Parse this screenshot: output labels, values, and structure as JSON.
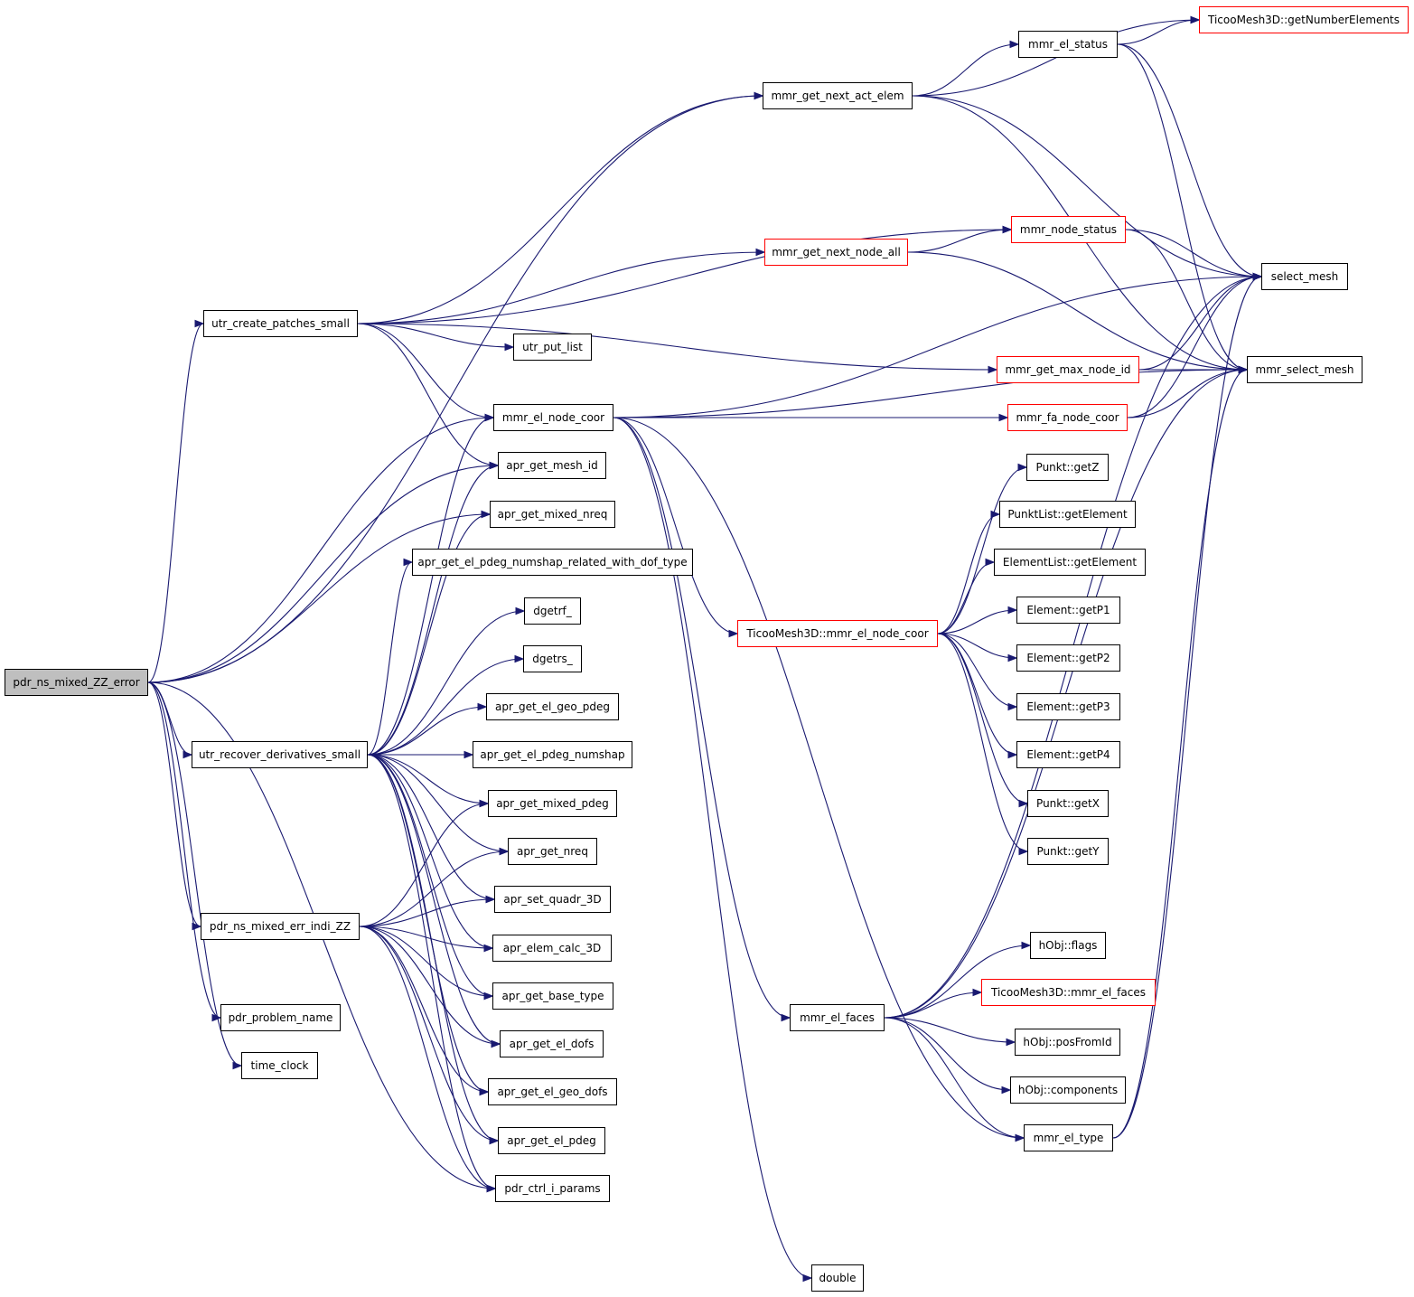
{
  "nodes": [
    {
      "id": "root",
      "label": "pdr_ns_mixed_ZZ_error",
      "kind": "root"
    },
    {
      "id": "patches",
      "label": "utr_create_patches_small",
      "kind": "normal"
    },
    {
      "id": "recover",
      "label": "utr_recover_derivatives_small",
      "kind": "normal"
    },
    {
      "id": "errindi",
      "label": "pdr_ns_mixed_err_indi_ZZ",
      "kind": "normal"
    },
    {
      "id": "probname",
      "label": "pdr_problem_name",
      "kind": "normal"
    },
    {
      "id": "timeclock",
      "label": "time_clock",
      "kind": "normal"
    },
    {
      "id": "nextact",
      "label": "mmr_get_next_act_elem",
      "kind": "normal"
    },
    {
      "id": "putlist",
      "label": "utr_put_list",
      "kind": "normal"
    },
    {
      "id": "elnode",
      "label": "mmr_el_node_coor",
      "kind": "normal"
    },
    {
      "id": "meshid",
      "label": "apr_get_mesh_id",
      "kind": "normal"
    },
    {
      "id": "mixednreq",
      "label": "apr_get_mixed_nreq",
      "kind": "normal"
    },
    {
      "id": "pdegnumshaprel",
      "label": "apr_get_el_pdeg_numshap_related_with_dof_type",
      "kind": "normal"
    },
    {
      "id": "dgetrf",
      "label": "dgetrf_",
      "kind": "normal"
    },
    {
      "id": "dgetrs",
      "label": "dgetrs_",
      "kind": "normal"
    },
    {
      "id": "geopdeg",
      "label": "apr_get_el_geo_pdeg",
      "kind": "normal"
    },
    {
      "id": "pdegnumshap",
      "label": "apr_get_el_pdeg_numshap",
      "kind": "normal"
    },
    {
      "id": "mixedpdeg",
      "label": "apr_get_mixed_pdeg",
      "kind": "normal"
    },
    {
      "id": "nreq",
      "label": "apr_get_nreq",
      "kind": "normal"
    },
    {
      "id": "quadr",
      "label": "apr_set_quadr_3D",
      "kind": "normal"
    },
    {
      "id": "elemcalc",
      "label": "apr_elem_calc_3D",
      "kind": "normal"
    },
    {
      "id": "basetype",
      "label": "apr_get_base_type",
      "kind": "normal"
    },
    {
      "id": "eldofs",
      "label": "apr_get_el_dofs",
      "kind": "normal"
    },
    {
      "id": "geodofs",
      "label": "apr_get_el_geo_dofs",
      "kind": "normal"
    },
    {
      "id": "elpdeg",
      "label": "apr_get_el_pdeg",
      "kind": "normal"
    },
    {
      "id": "ctrl",
      "label": "pdr_ctrl_i_params",
      "kind": "normal"
    },
    {
      "id": "elstatus",
      "label": "mmr_el_status",
      "kind": "normal"
    },
    {
      "id": "getnumel",
      "label": "TicooMesh3D::getNumberElements",
      "kind": "red"
    },
    {
      "id": "nodestatus",
      "label": "mmr_node_status",
      "kind": "red"
    },
    {
      "id": "nextnode",
      "label": "mmr_get_next_node_all",
      "kind": "red"
    },
    {
      "id": "selectmesh",
      "label": "select_mesh",
      "kind": "normal"
    },
    {
      "id": "maxnode",
      "label": "mmr_get_max_node_id",
      "kind": "red"
    },
    {
      "id": "mmrselect",
      "label": "mmr_select_mesh",
      "kind": "normal"
    },
    {
      "id": "fanode",
      "label": "mmr_fa_node_coor",
      "kind": "red"
    },
    {
      "id": "getZ",
      "label": "Punkt::getZ",
      "kind": "normal"
    },
    {
      "id": "plistget",
      "label": "PunktList::getElement",
      "kind": "normal"
    },
    {
      "id": "elistget",
      "label": "ElementList::getElement",
      "kind": "normal"
    },
    {
      "id": "ticoonode",
      "label": "TicooMesh3D::mmr_el_node_coor",
      "kind": "red"
    },
    {
      "id": "getP1",
      "label": "Element::getP1",
      "kind": "normal"
    },
    {
      "id": "getP2",
      "label": "Element::getP2",
      "kind": "normal"
    },
    {
      "id": "getP3",
      "label": "Element::getP3",
      "kind": "normal"
    },
    {
      "id": "getP4",
      "label": "Element::getP4",
      "kind": "normal"
    },
    {
      "id": "getX",
      "label": "Punkt::getX",
      "kind": "normal"
    },
    {
      "id": "getY",
      "label": "Punkt::getY",
      "kind": "normal"
    },
    {
      "id": "flags",
      "label": "hObj::flags",
      "kind": "normal"
    },
    {
      "id": "ticoofaces",
      "label": "TicooMesh3D::mmr_el_faces",
      "kind": "red"
    },
    {
      "id": "elfaces",
      "label": "mmr_el_faces",
      "kind": "normal"
    },
    {
      "id": "posfromid",
      "label": "hObj::posFromId",
      "kind": "normal"
    },
    {
      "id": "components",
      "label": "hObj::components",
      "kind": "normal"
    },
    {
      "id": "eltype",
      "label": "mmr_el_type",
      "kind": "normal"
    },
    {
      "id": "double",
      "label": "double",
      "kind": "normal"
    }
  ],
  "edges": [
    [
      "root",
      "patches"
    ],
    [
      "root",
      "recover"
    ],
    [
      "root",
      "errindi"
    ],
    [
      "root",
      "probname"
    ],
    [
      "root",
      "timeclock"
    ],
    [
      "root",
      "nextact"
    ],
    [
      "root",
      "elnode"
    ],
    [
      "root",
      "meshid"
    ],
    [
      "root",
      "mixednreq"
    ],
    [
      "root",
      "ctrl"
    ],
    [
      "patches",
      "nextact"
    ],
    [
      "patches",
      "putlist"
    ],
    [
      "patches",
      "elnode"
    ],
    [
      "patches",
      "meshid"
    ],
    [
      "patches",
      "nodestatus"
    ],
    [
      "patches",
      "nextnode"
    ],
    [
      "patches",
      "maxnode"
    ],
    [
      "recover",
      "elnode"
    ],
    [
      "recover",
      "meshid"
    ],
    [
      "recover",
      "mixednreq"
    ],
    [
      "recover",
      "pdegnumshaprel"
    ],
    [
      "recover",
      "dgetrf"
    ],
    [
      "recover",
      "dgetrs"
    ],
    [
      "recover",
      "geopdeg"
    ],
    [
      "recover",
      "pdegnumshap"
    ],
    [
      "recover",
      "mixedpdeg"
    ],
    [
      "recover",
      "nreq"
    ],
    [
      "recover",
      "quadr"
    ],
    [
      "recover",
      "elemcalc"
    ],
    [
      "recover",
      "basetype"
    ],
    [
      "recover",
      "eldofs"
    ],
    [
      "recover",
      "geodofs"
    ],
    [
      "recover",
      "elpdeg"
    ],
    [
      "recover",
      "ctrl"
    ],
    [
      "errindi",
      "mixedpdeg"
    ],
    [
      "errindi",
      "nreq"
    ],
    [
      "errindi",
      "quadr"
    ],
    [
      "errindi",
      "elemcalc"
    ],
    [
      "errindi",
      "basetype"
    ],
    [
      "errindi",
      "eldofs"
    ],
    [
      "errindi",
      "geodofs"
    ],
    [
      "errindi",
      "elpdeg"
    ],
    [
      "errindi",
      "ctrl"
    ],
    [
      "nextact",
      "elstatus"
    ],
    [
      "nextact",
      "getnumel"
    ],
    [
      "nextact",
      "selectmesh"
    ],
    [
      "nextact",
      "mmrselect"
    ],
    [
      "elstatus",
      "getnumel"
    ],
    [
      "elstatus",
      "selectmesh"
    ],
    [
      "elstatus",
      "mmrselect"
    ],
    [
      "nextnode",
      "nodestatus"
    ],
    [
      "nextnode",
      "mmrselect"
    ],
    [
      "nodestatus",
      "selectmesh"
    ],
    [
      "nodestatus",
      "mmrselect"
    ],
    [
      "maxnode",
      "selectmesh"
    ],
    [
      "maxnode",
      "mmrselect"
    ],
    [
      "fanode",
      "selectmesh"
    ],
    [
      "fanode",
      "mmrselect"
    ],
    [
      "elnode",
      "fanode"
    ],
    [
      "elnode",
      "selectmesh"
    ],
    [
      "elnode",
      "ticoonode"
    ],
    [
      "elnode",
      "elfaces"
    ],
    [
      "elnode",
      "eltype"
    ],
    [
      "elnode",
      "double"
    ],
    [
      "elnode",
      "mmrselect"
    ],
    [
      "ticoonode",
      "getZ"
    ],
    [
      "ticoonode",
      "plistget"
    ],
    [
      "ticoonode",
      "elistget"
    ],
    [
      "ticoonode",
      "getP1"
    ],
    [
      "ticoonode",
      "getP2"
    ],
    [
      "ticoonode",
      "getP3"
    ],
    [
      "ticoonode",
      "getP4"
    ],
    [
      "ticoonode",
      "getX"
    ],
    [
      "ticoonode",
      "getY"
    ],
    [
      "elfaces",
      "flags"
    ],
    [
      "elfaces",
      "ticoofaces"
    ],
    [
      "elfaces",
      "posfromid"
    ],
    [
      "elfaces",
      "components"
    ],
    [
      "elfaces",
      "eltype"
    ],
    [
      "elfaces",
      "selectmesh"
    ],
    [
      "elfaces",
      "mmrselect"
    ],
    [
      "eltype",
      "selectmesh"
    ],
    [
      "eltype",
      "mmrselect"
    ]
  ]
}
